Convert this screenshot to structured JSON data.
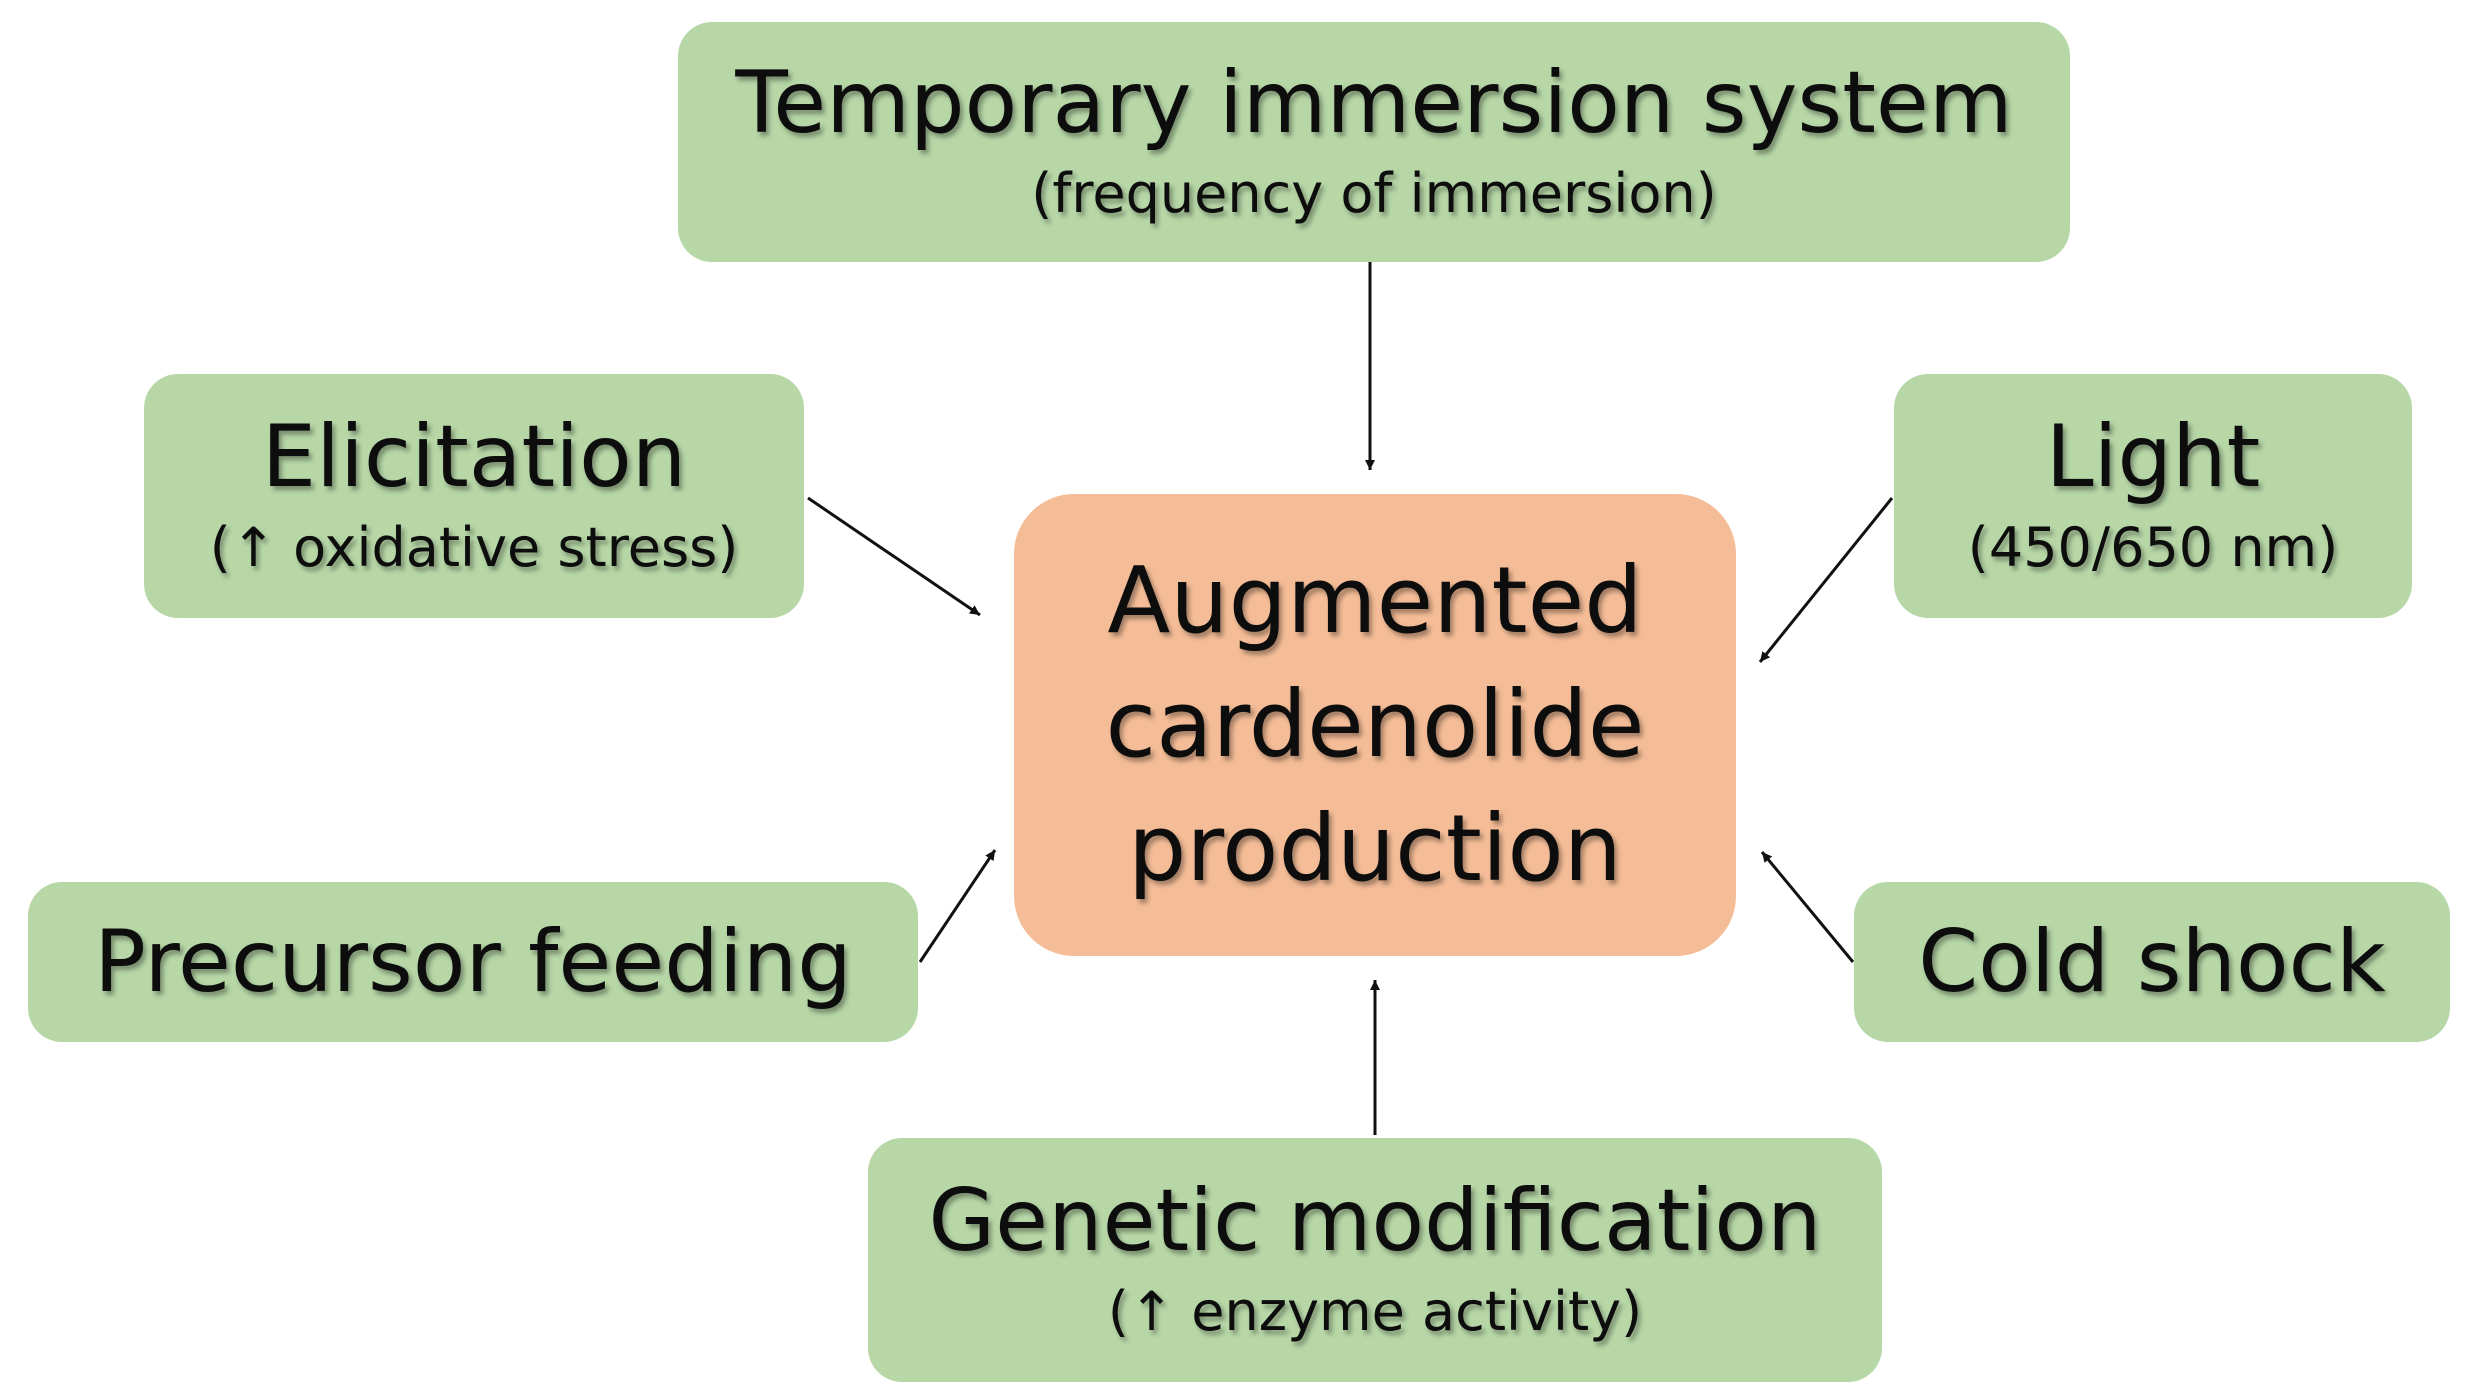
{
  "center": {
    "lines": [
      "Augmented",
      "cardenolide",
      "production"
    ]
  },
  "factors": {
    "temporary_immersion": {
      "title": "Temporary immersion system",
      "subtitle": "(frequency of immersion)"
    },
    "elicitation": {
      "title": "Elicitation",
      "subtitle": "(↑ oxidative stress)"
    },
    "light": {
      "title": "Light",
      "subtitle": "(450/650 nm)"
    },
    "precursor_feeding": {
      "title": "Precursor feeding"
    },
    "cold_shock": {
      "title": "Cold shock"
    },
    "genetic_modification": {
      "title": "Genetic modification",
      "subtitle": "(↑ enzyme activity)"
    }
  },
  "colors": {
    "factor_fill": "#b7d7a7",
    "center_fill": "#f5bd97",
    "arrow": "#111111"
  }
}
